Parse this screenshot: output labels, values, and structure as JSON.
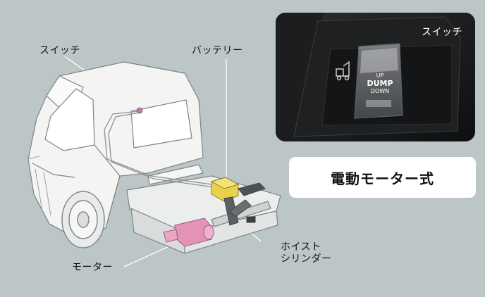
{
  "labels": {
    "switch": "スイッチ",
    "battery": "バッテリー",
    "motor": "モーター",
    "hoist_line1": "ホイスト",
    "hoist_line2": "シリンダー"
  },
  "inset": {
    "caption": "スイッチ",
    "button_up": "UP",
    "button_dump": "DUMP",
    "button_down": "DOWN",
    "dump_icon": "dump-truck-icon"
  },
  "badge": {
    "text": "電動モーター式"
  },
  "colors": {
    "background": "#bcc6c7",
    "highlight_yellow": "#e8d24a",
    "highlight_pink": "#e493b8",
    "line_art": "#7d8487"
  }
}
